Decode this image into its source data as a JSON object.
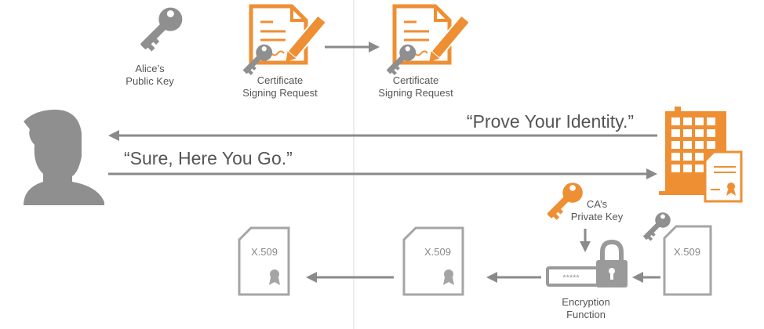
{
  "colors": {
    "orange": "#ee8f34",
    "gray": "#8f8f8f",
    "text": "#555555",
    "divider": "#d8d8d8"
  },
  "alice_key": {
    "label_line1": "Alice’s",
    "label_line2": "Public Key",
    "icon": "key-icon"
  },
  "csr_left": {
    "label_line1": "Certificate",
    "label_line2": "Signing Request",
    "icon": "document-pen-icon"
  },
  "csr_right": {
    "label_line1": "Certificate",
    "label_line2": "Signing Request",
    "icon": "document-pen-icon"
  },
  "messages": {
    "prove": "“Prove Your Identity.”",
    "sure": "“Sure, Here You Go.”"
  },
  "ca_key": {
    "label_line1": "CA’s",
    "label_line2": "Private Key",
    "icon": "key-icon"
  },
  "encryption": {
    "password_mask": "*****",
    "label_line1": "Encryption",
    "label_line2": "Function",
    "icon": "lock-icon"
  },
  "certificates": [
    {
      "label": "X.509"
    },
    {
      "label": "X.509"
    },
    {
      "label": "X.509"
    }
  ]
}
